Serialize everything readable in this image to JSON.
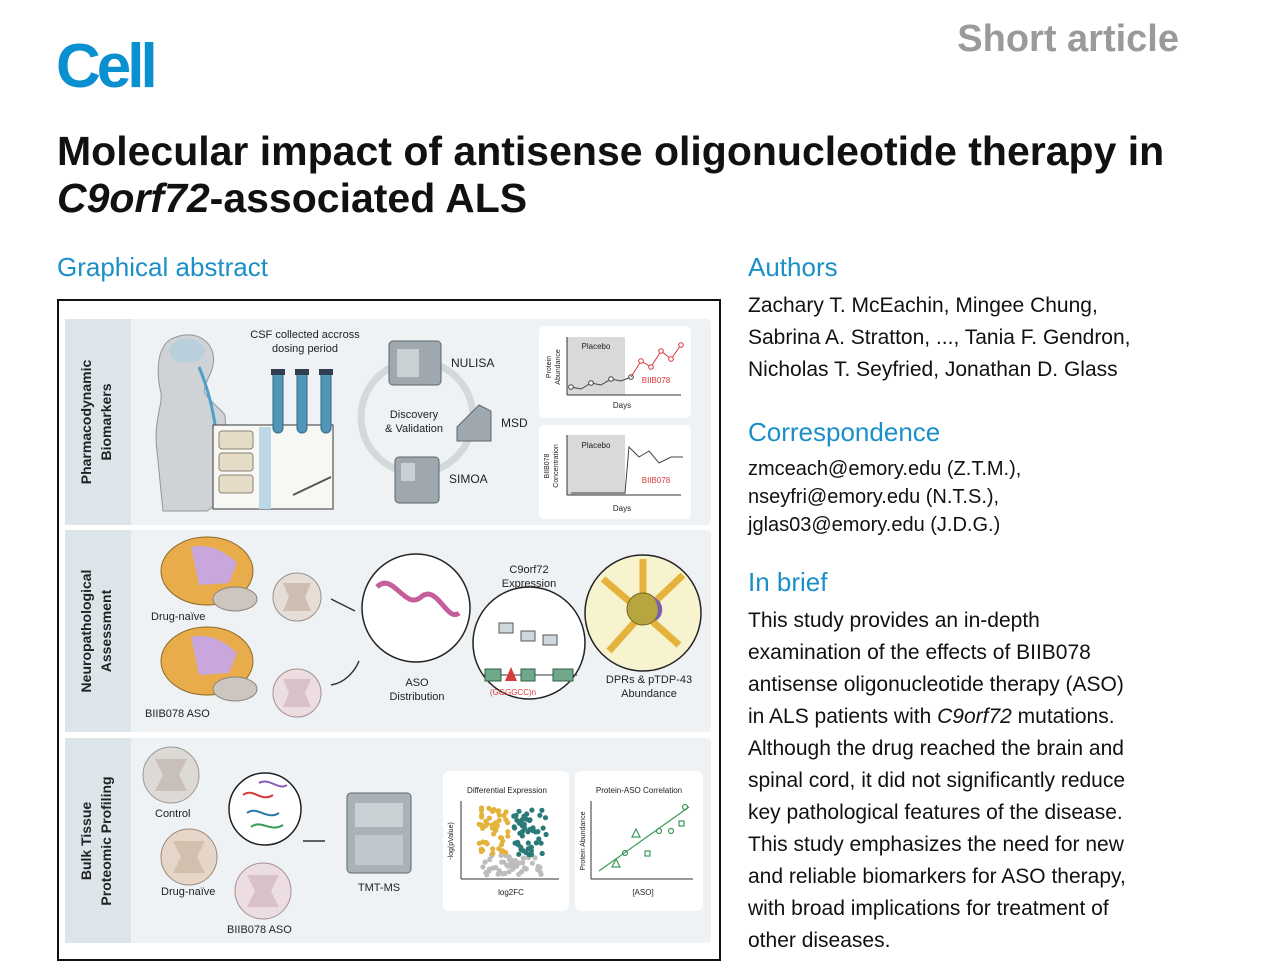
{
  "journal": {
    "logo": "Cell",
    "article_type": "Short article"
  },
  "title": {
    "part1": "Molecular impact of antisense oligonucleotide therapy in ",
    "gene": "C9orf72",
    "part2": "-associated ALS"
  },
  "graphical_abstract": {
    "heading": "Graphical abstract",
    "panel1": {
      "label_line1": "Pharmacodynamic",
      "label_line2": "Biomarkers",
      "csf_line1": "CSF collected accross",
      "csf_line2": "dosing period",
      "nulisa": "NULISA",
      "discovery_line1": "Discovery",
      "discovery_line2": "& Validation",
      "msd": "MSD",
      "simoa": "SIMOA",
      "chart1": {
        "series_placebo": "Placebo",
        "series_drug": "BIIB078",
        "ylabel_line1": "Protein",
        "ylabel_line2": "Abundance",
        "xlabel": "Days"
      },
      "chart2": {
        "series_placebo": "Placebo",
        "series_drug": "BIIB078",
        "ylabel_line1": "BIIB078",
        "ylabel_line2": "Concentration",
        "xlabel": "Days"
      }
    },
    "panel2": {
      "label_line1": "Neuropathological",
      "label_line2": "Assessment",
      "drug_naive": "Drug-naïve",
      "biib078_aso": "BIIB078 ASO",
      "aso_line1": "ASO",
      "aso_line2": "Distribution",
      "c9_line1": "C9orf72",
      "c9_line2": "Expression",
      "repeat": "(GGGGCC)n",
      "dpr_line1": "DPRs & pTDP-43",
      "dpr_line2": "Abundance"
    },
    "panel3": {
      "label_line1": "Bulk Tissue",
      "label_line2": "Proteomic Profiling",
      "control": "Control",
      "drug_naive": "Drug-naïve",
      "biib078_aso": "BIIB078 ASO",
      "tmt": "TMT-MS",
      "volcano": {
        "title": "Differential Expression",
        "ylabel": "-log(pValue)",
        "xlabel": "log2FC"
      },
      "corr": {
        "title": "Protein-ASO Correlation",
        "ylabel": "Protein Abundance",
        "xlabel": "[ASO]"
      }
    },
    "colors": {
      "accent_blue": "#1a8fc8",
      "panel_bg": "#edf2f4",
      "label_bg": "#dde7ec",
      "red": "#d63a3a",
      "teal": "#2a7a78",
      "gold": "#e3b33c"
    }
  },
  "authors": {
    "heading": "Authors",
    "line1": "Zachary T. McEachin, Mingee Chung,",
    "line2": "Sabrina A. Stratton, ..., Tania F. Gendron,",
    "line3": "Nicholas T. Seyfried, Jonathan D. Glass"
  },
  "correspondence": {
    "heading": "Correspondence",
    "line1": "zmceach@emory.edu (Z.T.M.),",
    "line2": "nseyfri@emory.edu (N.T.S.),",
    "line3": "jglas03@emory.edu (J.D.G.)"
  },
  "in_brief": {
    "heading": "In brief",
    "line1": "This study provides an in-depth",
    "line2": "examination of the effects of BIIB078",
    "line3": "antisense oligonucleotide therapy (ASO)",
    "line4a": "in ALS patients with ",
    "line4gene": "C9orf72",
    "line4b": " mutations.",
    "line5": "Although the drug reached the brain and",
    "line6": "spinal cord, it did not significantly reduce",
    "line7": "key pathological features of the disease.",
    "line8": "This study emphasizes the need for new",
    "line9": "and reliable biomarkers for ASO therapy,",
    "line10": "with broad implications for treatment of",
    "line11": "other diseases."
  }
}
